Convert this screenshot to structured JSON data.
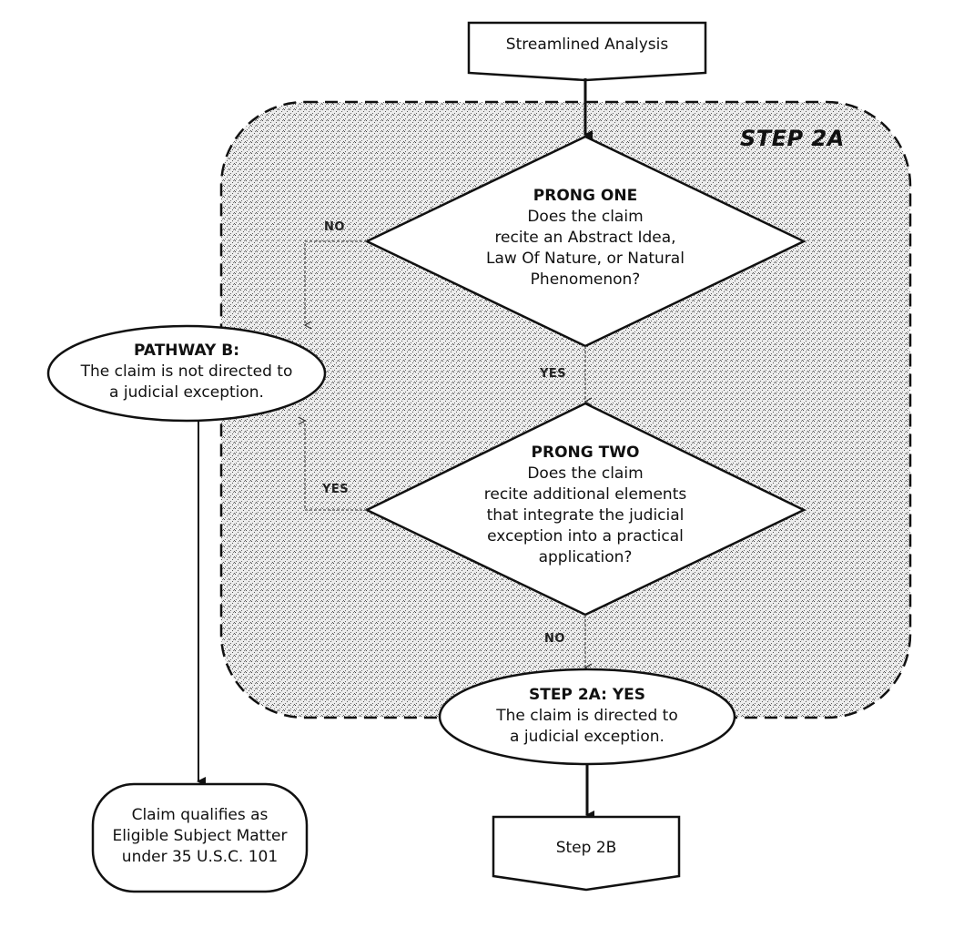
{
  "region": {
    "label": "STEP 2A",
    "fill": "#d7d7d7",
    "stroke": "#111111"
  },
  "nodes": {
    "start": {
      "text": "Streamlined Analysis"
    },
    "prong_one": {
      "title": "PRONG ONE",
      "lines": [
        "Does the claim",
        "recite an Abstract Idea,",
        "Law Of Nature, or Natural",
        "Phenomenon?"
      ]
    },
    "prong_two": {
      "title": "PRONG TWO",
      "lines": [
        "Does the claim",
        "recite additional elements",
        "that integrate the judicial",
        "exception into a practical",
        "application?"
      ]
    },
    "pathway_b": {
      "title": "PATHWAY B:",
      "lines": [
        "The claim is not directed to",
        "a judicial exception."
      ]
    },
    "step2a_yes": {
      "title": "STEP 2A: YES",
      "lines": [
        "The claim is directed to",
        "a judicial exception."
      ]
    },
    "eligible": {
      "lines": [
        "Claim qualifies as",
        "Eligible Subject Matter",
        "under 35 U.S.C. 101"
      ]
    },
    "step2b": {
      "text": "Step 2B"
    }
  },
  "edges": {
    "prong_one_no": "NO",
    "prong_one_yes": "YES",
    "prong_two_yes": "YES",
    "prong_two_no": "NO"
  }
}
